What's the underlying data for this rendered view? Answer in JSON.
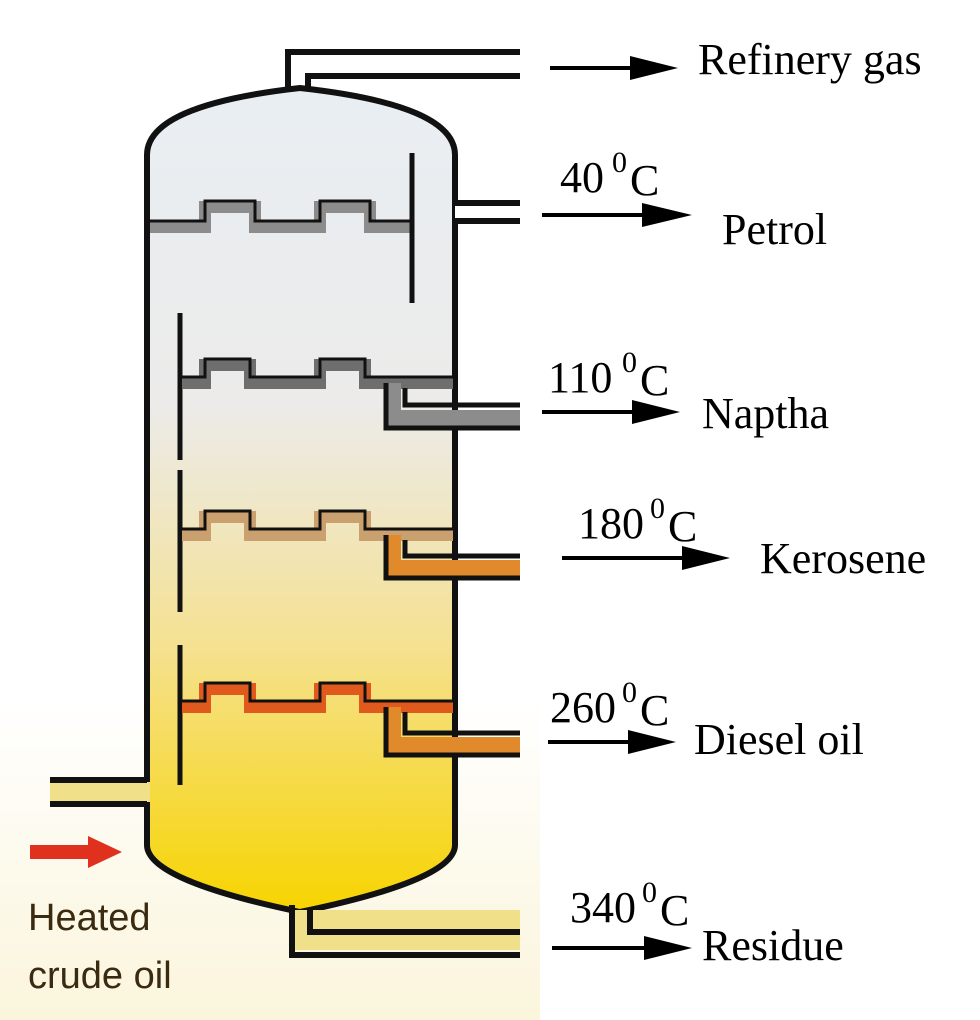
{
  "colors": {
    "column_top": "#e9eef3",
    "column_mid": "#efe8c8",
    "column_bottom": "#f7d400",
    "outline": "#111111",
    "feed_arrow": "#e0301e",
    "tray_gray": "#8c8c8c",
    "tray_dark": "#6e6e6e",
    "tray_tan": "#caa06e",
    "tray_orange": "#e08a2c",
    "tray_redorange": "#e05a1e",
    "pipe_fill": "#f0e08a"
  },
  "feed": {
    "label_line1": "Heated",
    "label_line2": "crude oil"
  },
  "products": [
    {
      "name": "Refinery gas",
      "temp_base": "",
      "temp_sup": "",
      "temp_unit": ""
    },
    {
      "name": "Petrol",
      "temp_base": "40",
      "temp_sup": "0",
      "temp_unit": "C"
    },
    {
      "name": "Naptha",
      "temp_base": "110",
      "temp_sup": "0",
      "temp_unit": "C"
    },
    {
      "name": "Kerosene",
      "temp_base": "180",
      "temp_sup": "0",
      "temp_unit": "C"
    },
    {
      "name": "Diesel oil",
      "temp_base": "260",
      "temp_sup": "0",
      "temp_unit": "C"
    },
    {
      "name": "Residue",
      "temp_base": "340",
      "temp_sup": "0",
      "temp_unit": "C"
    }
  ]
}
